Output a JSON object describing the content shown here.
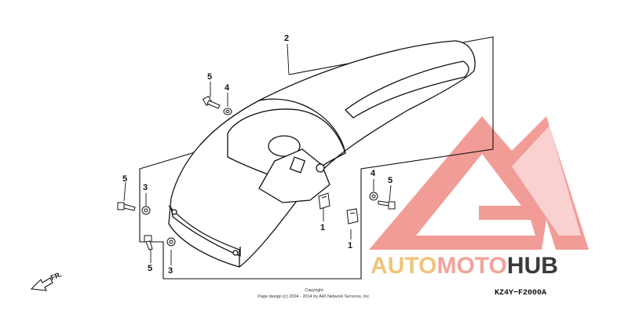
{
  "diagram": {
    "callouts": {
      "fender": "2",
      "bolt_top": "5",
      "washer_top": "4",
      "bolt_left_upper": "5",
      "washer_left_upper": "3",
      "bolt_left_lower": "5",
      "washer_left_lower": "3",
      "clip_center": "1",
      "clip_right": "1",
      "washer_right": "4",
      "bolt_right": "5"
    },
    "direction_label": "FR.",
    "copyright_line1": "Copyright",
    "copyright_line2": "Page design (c) 2004 - 2014 by ARI Network Services, Inc.",
    "diagram_code": "KZ4Y−F2000A"
  },
  "watermark": {
    "word_auto": "AUTO",
    "word_moto": "MOTO",
    "word_hub": "HUB",
    "colors": {
      "auto": "#f0c47a",
      "moto": "#f3a39a",
      "hub": "#3a3a3a",
      "logo": "#f08b85"
    }
  }
}
